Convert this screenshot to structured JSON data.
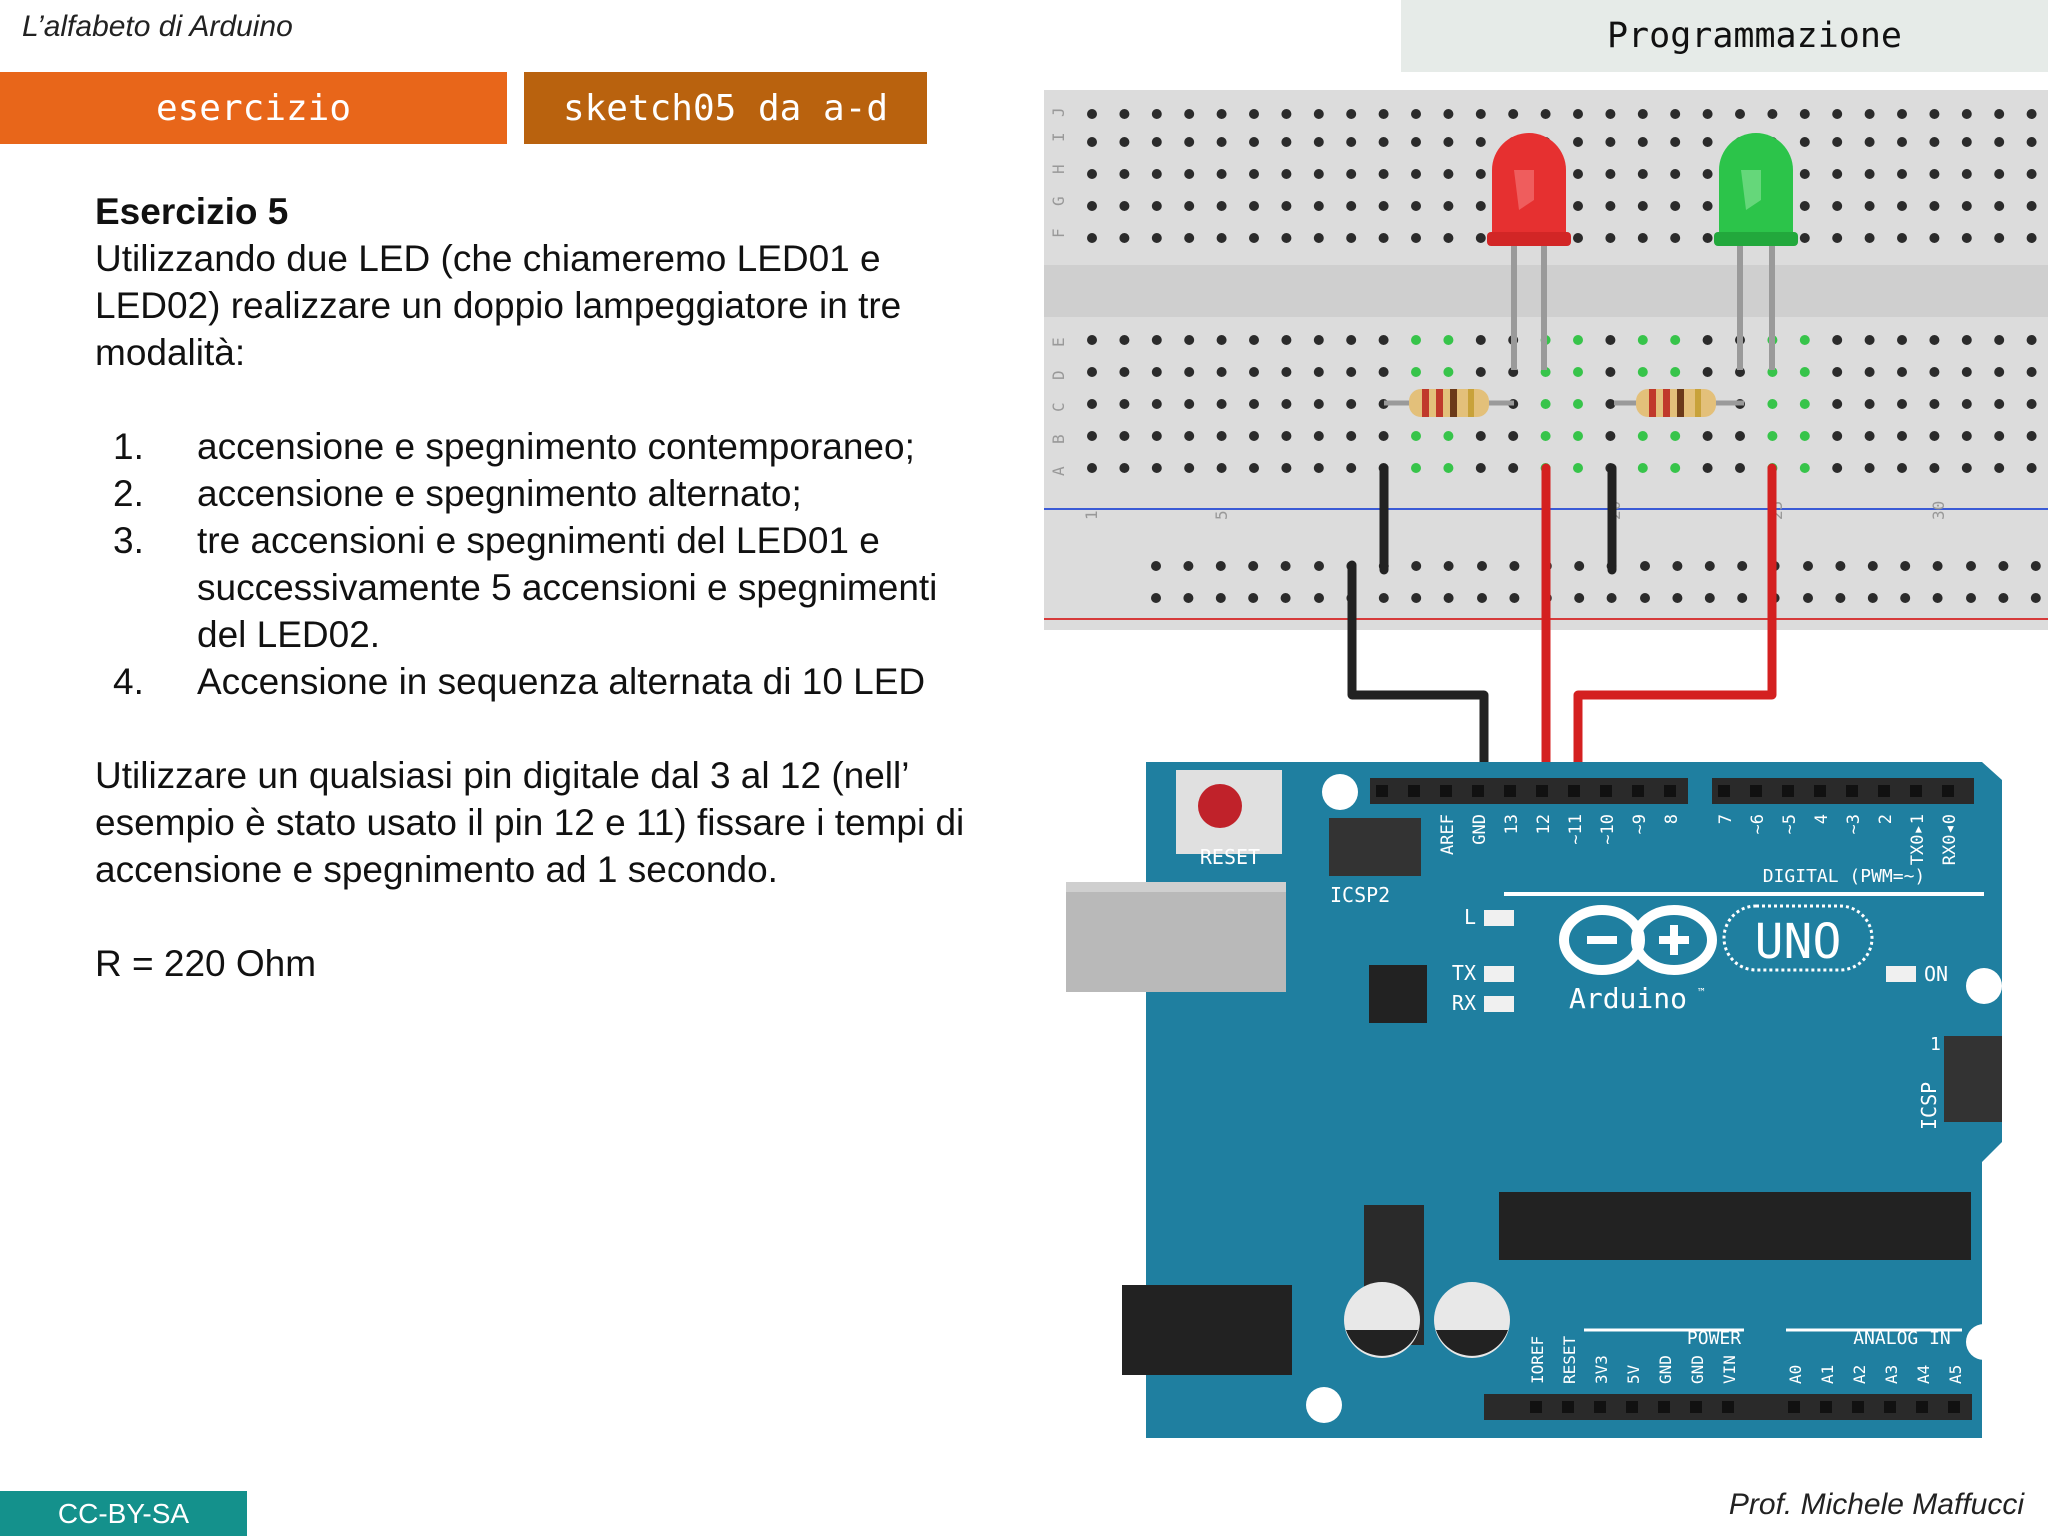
{
  "header": {
    "course_title": "L’alfabeto di Arduino",
    "section": "Programmazione"
  },
  "tabs": {
    "exercise": "esercizio",
    "sketch": "sketch05 da a-d"
  },
  "content": {
    "title": "Esercizio 5",
    "intro": "Utilizzando due LED (che chiameremo LED01 e LED02) realizzare un doppio lampeggiatore in tre modalità:",
    "steps": [
      {
        "num": "1.",
        "text": "accensione e spegnimento contemporaneo;"
      },
      {
        "num": "2.",
        "text": "accensione e spegnimento alternato;"
      },
      {
        "num": "3.",
        "text": "tre accensioni e spegnimenti del LED01 e successivamente 5 accensioni e spegnimenti del LED02."
      },
      {
        "num": "4.",
        "text": "Accensione in sequenza alternata di 10 LED"
      }
    ],
    "note": "Utilizzare un qualsiasi pin digitale dal 3 al 12 (nell’ esempio è stato usato il pin 12 e 11) fissare i tempi di accensione e spegnimento ad 1 secondo.",
    "resistor": "R = 220 Ohm"
  },
  "breadboard": {
    "row_letters": [
      "J",
      "I",
      "H",
      "G",
      "F",
      "E",
      "D",
      "C",
      "B",
      "A"
    ],
    "col_numbers": [
      "1",
      "5",
      "20",
      "25",
      "30"
    ]
  },
  "arduino": {
    "reset_label": "RESET",
    "icsp2_label": "ICSP2",
    "icsp_label": "ICSP",
    "digital_label": "DIGITAL (PWM=~)",
    "header_pins": [
      "AREF",
      "GND",
      "13",
      "12",
      "~11",
      "~10",
      "~9",
      "8",
      "7",
      "~6",
      "~5",
      "4",
      "~3",
      "2",
      "TX0▸1",
      "RX0◂0"
    ],
    "led_l": "L",
    "led_tx": "TX",
    "led_rx": "RX",
    "led_on": "ON",
    "logo_text": "Arduino",
    "tm": "™",
    "model": "UNO",
    "icsp_pin1": "1",
    "power_label": "POWER",
    "power_pins": [
      "IOREF",
      "RESET",
      "3V3",
      "5V",
      "GND",
      "GND",
      "VIN"
    ],
    "analog_label": "ANALOG IN",
    "analog_pins": [
      "A0",
      "A1",
      "A2",
      "A3",
      "A4",
      "A5"
    ],
    "colors": {
      "board": "#1f7fa0",
      "wire_red": "#d42020",
      "wire_black": "#222222",
      "led_red": "#e63030",
      "led_green": "#2cc44a"
    }
  },
  "footer": {
    "license": "CC-BY-SA",
    "author": "Prof. Michele Maffucci"
  }
}
